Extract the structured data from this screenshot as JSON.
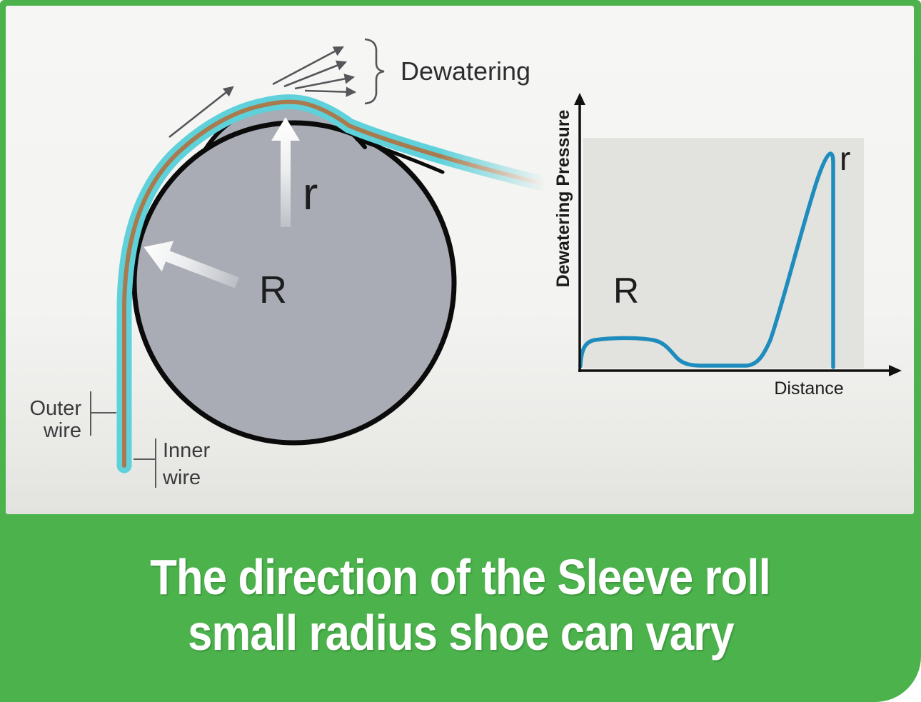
{
  "theme": {
    "frame_green": "#4CB34C",
    "panel_bg": "#f4f4f2",
    "roll_gray": "#a9acb4",
    "outline_black": "#0b0b0b",
    "wire_cyan": "#5ED1DA",
    "web_brown": "#A87A4D",
    "curve_blue": "#1E8CBD",
    "chart_area_gray": "#e2e3df",
    "annotation_gray": "#56565a",
    "label_dark": "#323235",
    "arrow_white": "#ffffff"
  },
  "diagram": {
    "dewatering_label": "Dewatering",
    "small_radius_label": "r",
    "large_radius_label": "R",
    "outer_wire": [
      "Outer",
      "wire"
    ],
    "inner_wire": [
      "Inner",
      "wire"
    ]
  },
  "chart": {
    "y_axis_label": "Dewatering Pressure",
    "x_axis_label": "Distance",
    "large_radius_region_label": "R",
    "peak_label": "r"
  },
  "caption": {
    "line1": "The direction of the Sleeve roll",
    "line2": "small radius shoe can vary"
  },
  "chart_data": {
    "type": "line",
    "title": "",
    "xlabel": "Distance",
    "ylabel": "Dewatering Pressure",
    "x_range_norm": [
      0,
      1
    ],
    "y_range_norm": [
      0,
      1
    ],
    "grid": false,
    "legend": false,
    "annotations": [
      {
        "text": "R",
        "meaning": "low flat dewatering-pressure plateau produced by large roll radius R"
      },
      {
        "text": "r",
        "meaning": "sharp high dewatering-pressure peak produced by small radius shoe r"
      }
    ],
    "series": [
      {
        "name": "dewatering pressure vs distance",
        "points_norm": [
          [
            0.0,
            0.0
          ],
          [
            0.01,
            0.12
          ],
          [
            0.04,
            0.155
          ],
          [
            0.15,
            0.16
          ],
          [
            0.24,
            0.15
          ],
          [
            0.28,
            0.08
          ],
          [
            0.32,
            0.02
          ],
          [
            0.42,
            0.01
          ],
          [
            0.52,
            0.01
          ],
          [
            0.58,
            0.06
          ],
          [
            0.66,
            0.26
          ],
          [
            0.78,
            0.62
          ],
          [
            0.86,
            0.9
          ],
          [
            0.875,
            0.945
          ],
          [
            0.882,
            0.9
          ],
          [
            0.885,
            0.0
          ]
        ]
      }
    ]
  }
}
